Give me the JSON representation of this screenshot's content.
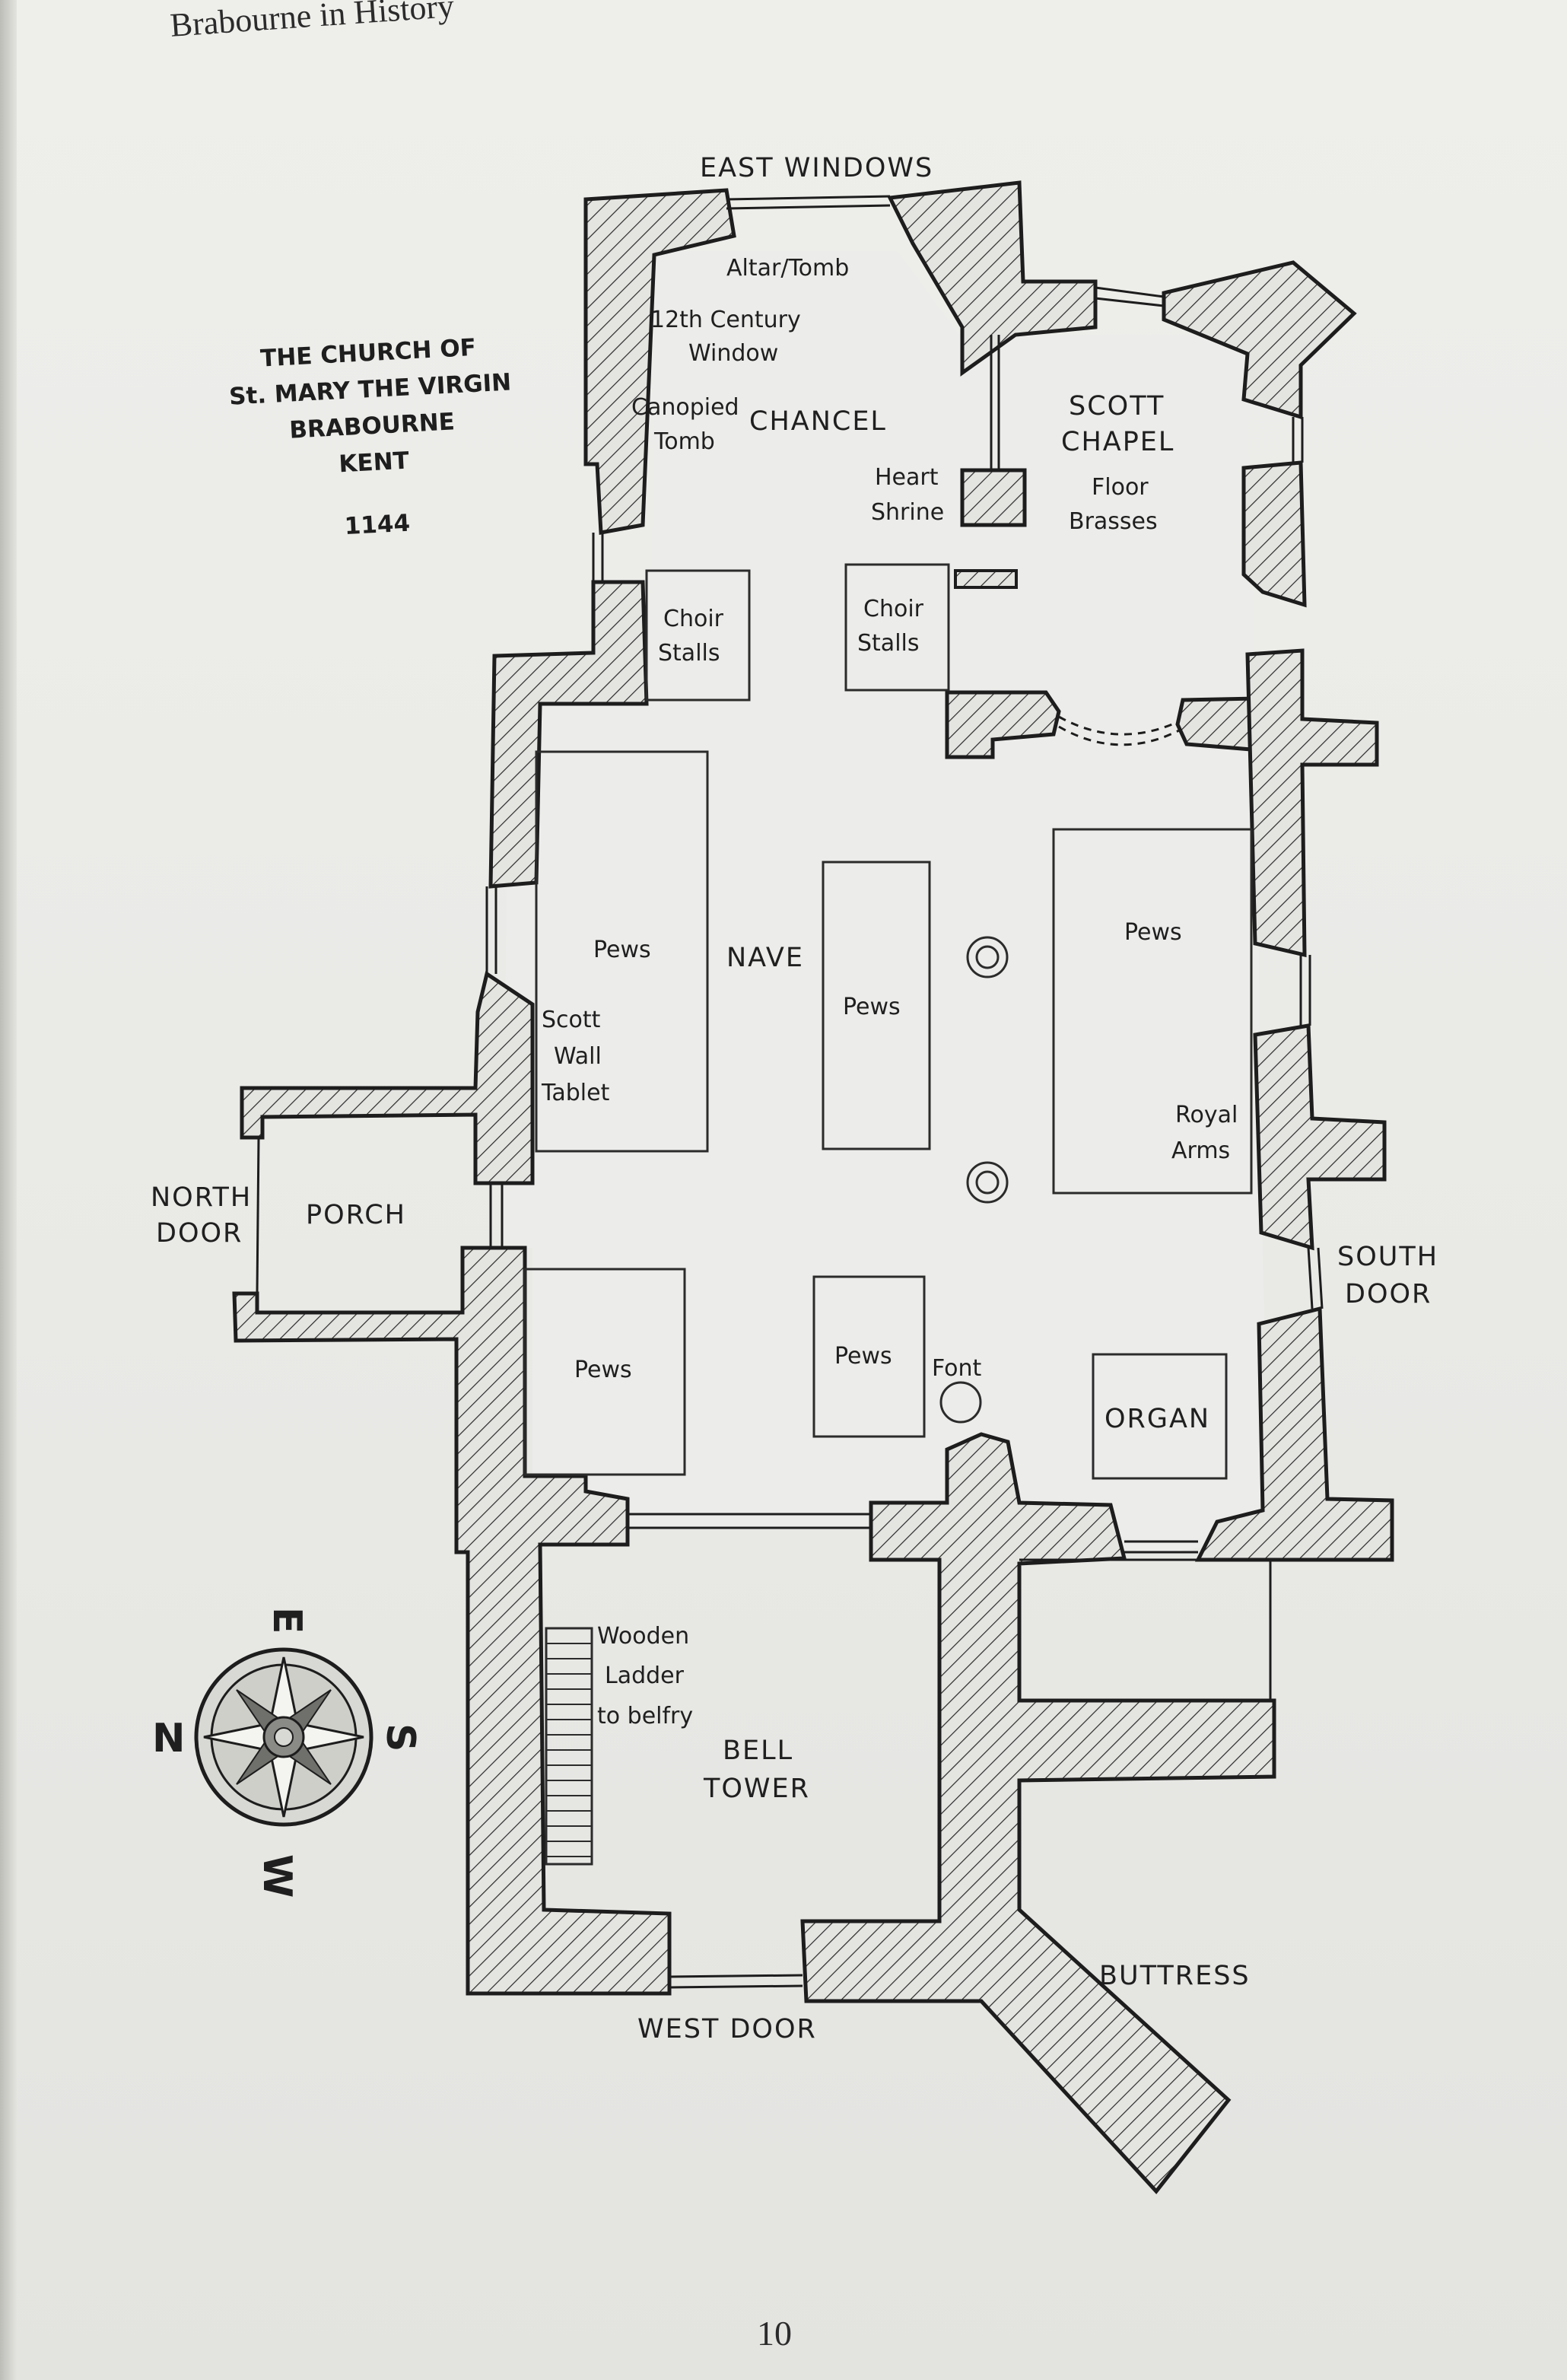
{
  "page": {
    "running_head": "Brabourne in History",
    "page_number": "10"
  },
  "title_block": {
    "line1": "THE CHURCH OF",
    "line2": "St. MARY THE VIRGIN",
    "line3": "BRABOURNE",
    "line4": "KENT",
    "year": "1144"
  },
  "plan": {
    "east_windows": "EAST WINDOWS",
    "altar_tomb": "Altar/Tomb",
    "window_12c_line1": "12th Century",
    "window_12c_line2": "Window",
    "canopied_line1": "Canopied",
    "canopied_line2": "Tomb",
    "chancel": "CHANCEL",
    "scott_chapel_line1": "SCOTT",
    "scott_chapel_line2": "CHAPEL",
    "heart_line1": "Heart",
    "heart_line2": "Shrine",
    "floor_line1": "Floor",
    "floor_line2": "Brasses",
    "choir_left_line1": "Choir",
    "choir_left_line2": "Stalls",
    "choir_right_line1": "Choir",
    "choir_right_line2": "Stalls",
    "nave": "NAVE",
    "pews": "Pews",
    "scott_wall_line1": "Scott",
    "scott_wall_line2": "Wall",
    "scott_wall_line3": "Tablet",
    "royal_line1": "Royal",
    "royal_line2": "Arms",
    "north_door_line1": "NORTH",
    "north_door_line2": "DOOR",
    "porch": "PORCH",
    "south_door_line1": "SOUTH",
    "south_door_line2": "DOOR",
    "font": "Font",
    "organ": "ORGAN",
    "ladder_line1": "Wooden",
    "ladder_line2": "Ladder",
    "ladder_line3": "to belfry",
    "bell_line1": "BELL",
    "bell_line2": "TOWER",
    "buttress": "BUTTRESS",
    "west_door": "WEST DOOR"
  },
  "compass": {
    "north": "N",
    "south": "S",
    "east": "E",
    "west": "W"
  }
}
